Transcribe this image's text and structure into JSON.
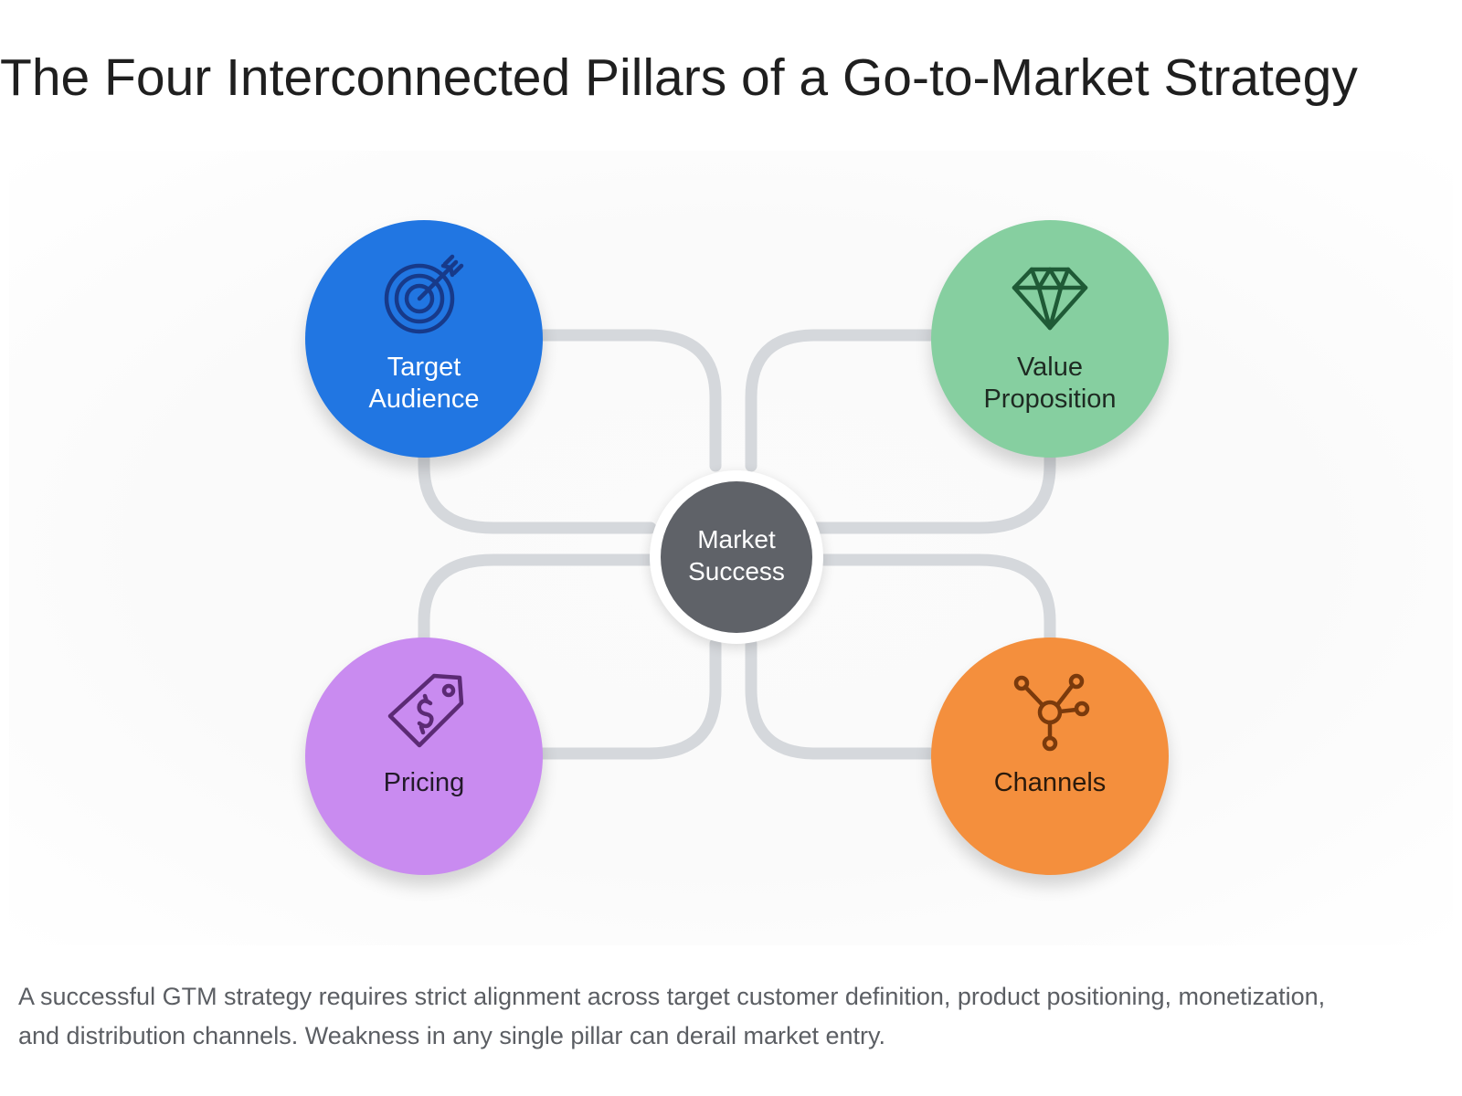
{
  "title": "The Four Interconnected Pillars of a Go-to-Market Strategy",
  "hub": {
    "label_line1": "Market",
    "label_line2": "Success",
    "color": "#5f6268"
  },
  "pillars": [
    {
      "label_line1": "Target",
      "label_line2": "Audience",
      "icon": "target-icon",
      "color": "#2176e2"
    },
    {
      "label_line1": "Value",
      "label_line2": "Proposition",
      "icon": "diamond-icon",
      "color": "#86cfa0"
    },
    {
      "label_line1": "Pricing",
      "icon": "price-tag-icon",
      "color": "#c98bf0"
    },
    {
      "label_line1": "Channels",
      "icon": "network-icon",
      "color": "#f48f3d"
    }
  ],
  "connector_color": "#d5d8dc",
  "caption": "A successful GTM strategy requires strict alignment across target customer definition, product positioning, monetization, and distribution channels. Weakness in any single pillar can derail market entry."
}
